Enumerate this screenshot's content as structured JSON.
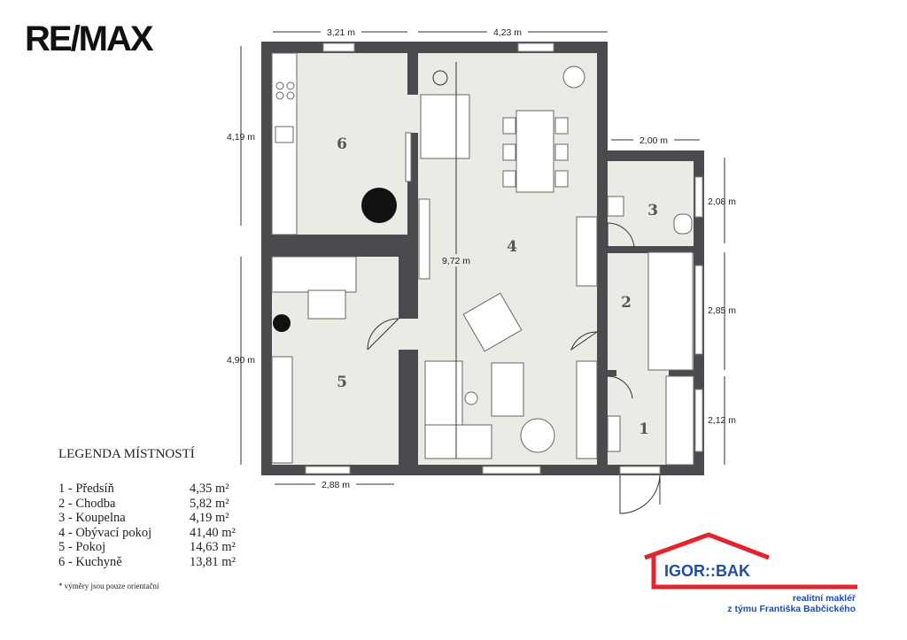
{
  "brand": {
    "logo": "RE/MAX"
  },
  "dimensions": {
    "top_left": "3,21 m",
    "top_right": "4,23 m",
    "left_upper": "4,19 m",
    "left_lower": "4,90 m",
    "center": "9,72 m",
    "wing_top": "2,00 m",
    "right_1": "2,08 m",
    "right_2": "2,85 m",
    "right_3": "2,12 m",
    "bottom": "2,88 m"
  },
  "rooms": {
    "r1": "1",
    "r2": "2",
    "r3": "3",
    "r4": "4",
    "r5": "5",
    "r6": "6"
  },
  "legend": {
    "title": "LEGENDA MÍSTNOSTÍ",
    "items": [
      {
        "name": "1 - Předsíň",
        "area": "4,35 m²"
      },
      {
        "name": "2 - Chodba",
        "area": "5,82  m²"
      },
      {
        "name": "3 - Koupelna",
        "area": "4,19 m²"
      },
      {
        "name": "4 - Obývací pokoj",
        "area": "41,40 m²"
      },
      {
        "name": "5 - Pokoj",
        "area": "14,63 m²"
      },
      {
        "name": "6 - Kuchyně",
        "area": "13,81 m²"
      }
    ],
    "note": "* výměry jsou pouze orientační"
  },
  "agent": {
    "name": "IGOR::BAK",
    "line1": "realitní makléř",
    "line2": "z týmu Františka Babčického"
  },
  "colors": {
    "wall": "#4a4a4f",
    "floor": "#e9ebe4",
    "accent_red": "#e2252b",
    "accent_blue": "#1f4ea3"
  }
}
